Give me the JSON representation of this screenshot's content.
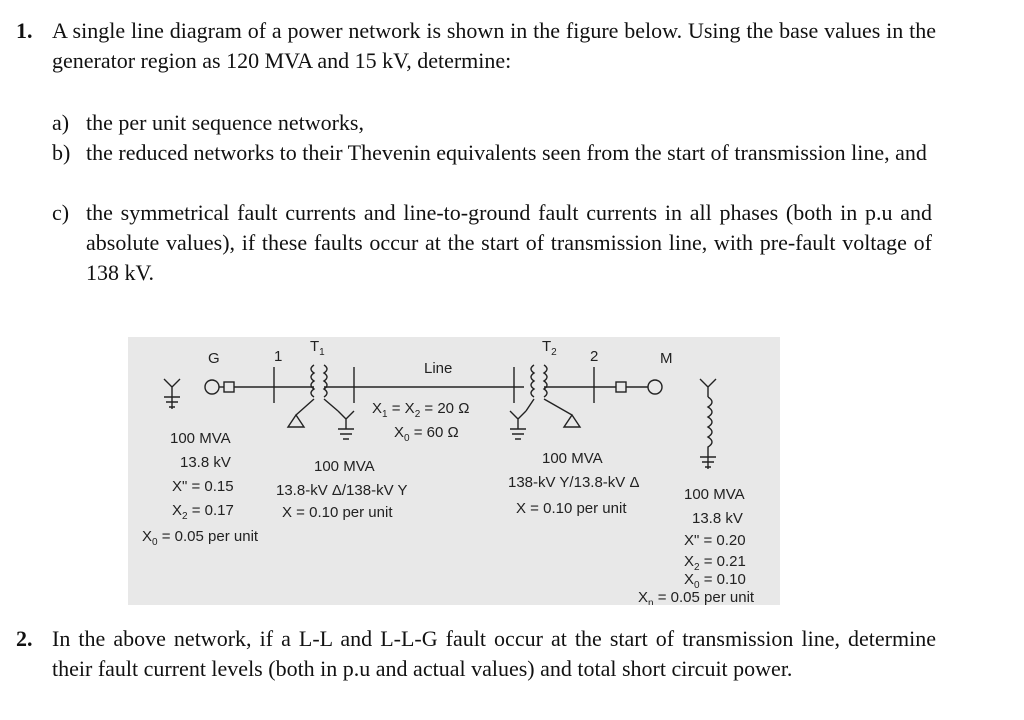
{
  "q1": {
    "num": "1.",
    "text": "A single line diagram of a power network is shown in the figure below. Using the base values in the generator region as 120 MVA and 15 kV, determine:",
    "parts": [
      {
        "label": "a)",
        "text": "the per unit sequence networks,"
      },
      {
        "label": "b)",
        "text": "the reduced networks to their Thevenin equivalents seen from the start of transmission line, and"
      },
      {
        "label": "c)",
        "text": "the symmetrical fault currents and line-to-ground fault currents in all phases (both in p.u and absolute values), if these faults occur at the start of transmission line, with pre-fault voltage of 138 kV."
      }
    ]
  },
  "diagram": {
    "gen_label": "G",
    "bus1": "1",
    "t1_label": "T",
    "t1_sub": "1",
    "line_label": "Line",
    "line_x12_a": "X",
    "line_x12_a_sub": "1",
    "line_x12_b": " = X",
    "line_x12_b_sub": "2",
    "line_x12_c": " = 20 Ω",
    "line_x0_a": "X",
    "line_x0_a_sub": "0",
    "line_x0_b": " = 60 Ω",
    "t2_label": "T",
    "t2_sub": "2",
    "bus2": "2",
    "motor_label": "M",
    "gen_params": {
      "mva": "100 MVA",
      "kv": "13.8 kV",
      "xd": "X\" = 0.15",
      "x2_a": "X",
      "x2_sub": "2",
      "x2_b": " = 0.17",
      "x0_a": "X",
      "x0_sub": "0",
      "x0_b": " = 0.05 per unit"
    },
    "t1_params": {
      "mva": "100 MVA",
      "rating": "13.8-kV Δ/138-kV Y",
      "x": "X = 0.10 per unit"
    },
    "t2_params": {
      "mva": "100 MVA",
      "rating": "138-kV Y/13.8-kV Δ",
      "x": "X = 0.10 per unit"
    },
    "motor_params": {
      "mva": "100 MVA",
      "kv": "13.8 kV",
      "xd": "X\" = 0.20",
      "x2_a": "X",
      "x2_sub": "2",
      "x2_b": " = 0.21",
      "x0_a": "X",
      "x0_sub": "0",
      "x0_b": " = 0.10",
      "xn_a": "X",
      "xn_sub": "n",
      "xn_b": " = 0.05 per unit"
    }
  },
  "q2": {
    "num": "2.",
    "text": "In the above network, if a L-L and L-L-G fault occur at the start of transmission line, determine their fault current levels (both in p.u and actual values) and total short circuit power."
  }
}
